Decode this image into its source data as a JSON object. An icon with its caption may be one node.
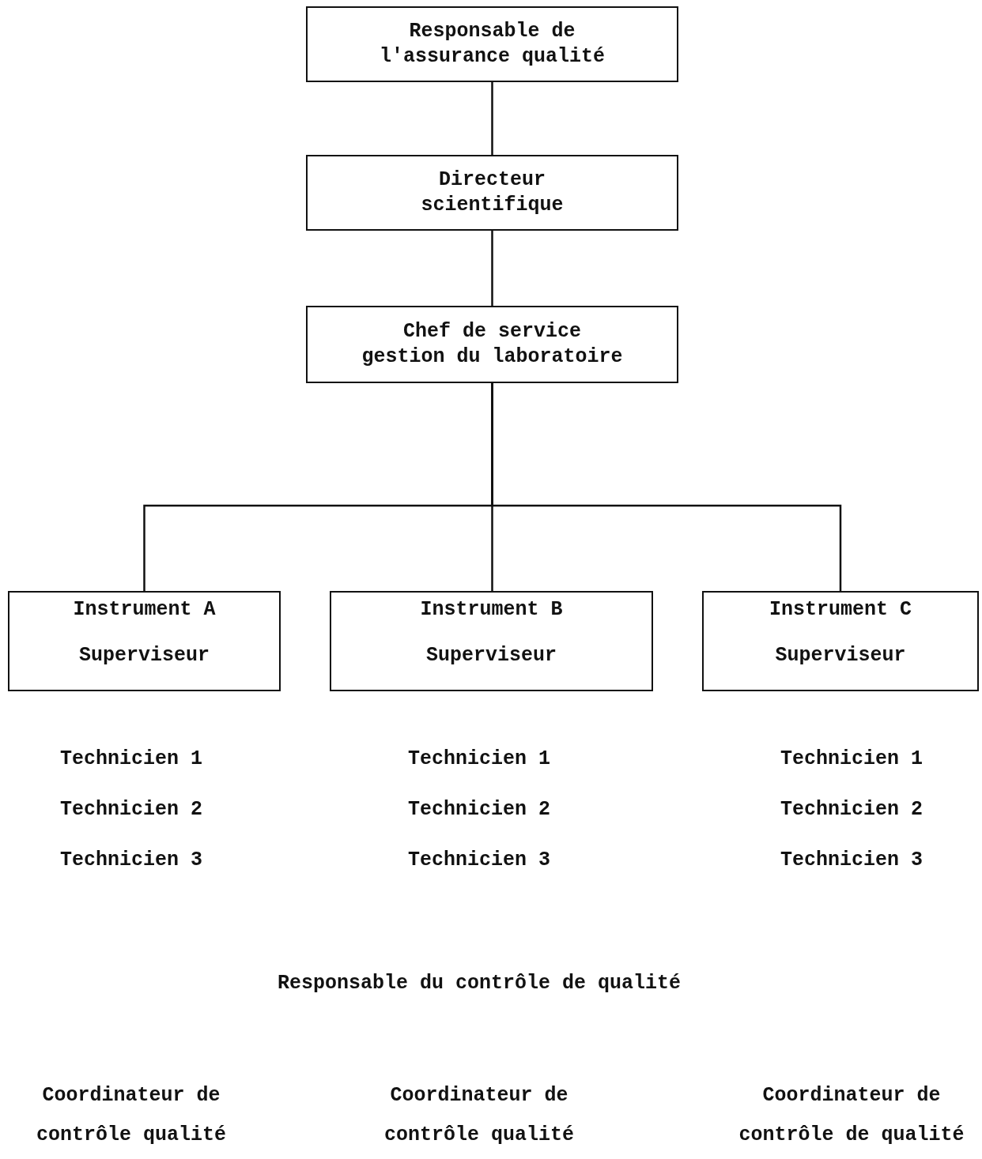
{
  "diagram": {
    "nodes": [
      {
        "text": [
          "Responsable de l'assurance qualité"
        ]
      },
      {
        "text": [
          "Directeur scientifique"
        ]
      },
      {
        "text": [
          "Chef de service gestion du laboratoire"
        ]
      },
      {
        "text": [
          "Instrument A",
          "Superviseur"
        ]
      },
      {
        "text": [
          "Instrument B",
          "Superviseur"
        ]
      },
      {
        "text": [
          "Instrument C",
          "Superviseur"
        ]
      }
    ],
    "edges": [
      {
        "from": 0,
        "to": 1,
        "arrow": "none"
      },
      {
        "from": 1,
        "to": 2,
        "arrow": "none"
      },
      {
        "from": 2,
        "to": 3,
        "arrow": "none"
      },
      {
        "from": 2,
        "to": 4,
        "arrow": "none"
      },
      {
        "from": 2,
        "to": 5,
        "arrow": "none"
      }
    ],
    "labels": [
      "Technicien 1",
      "Technicien 1",
      "Technicien 1",
      "Technicien 2",
      "Technicien 2",
      "Technicien 2",
      "Technicien 3",
      "Technicien 3",
      "Technicien 3",
      "Responsable du contrôle de qualité",
      "Coordinateur de contrôle qualité",
      "Coordinateur de contrôle qualité",
      "Coordinateur de contrôle de qualité"
    ]
  }
}
